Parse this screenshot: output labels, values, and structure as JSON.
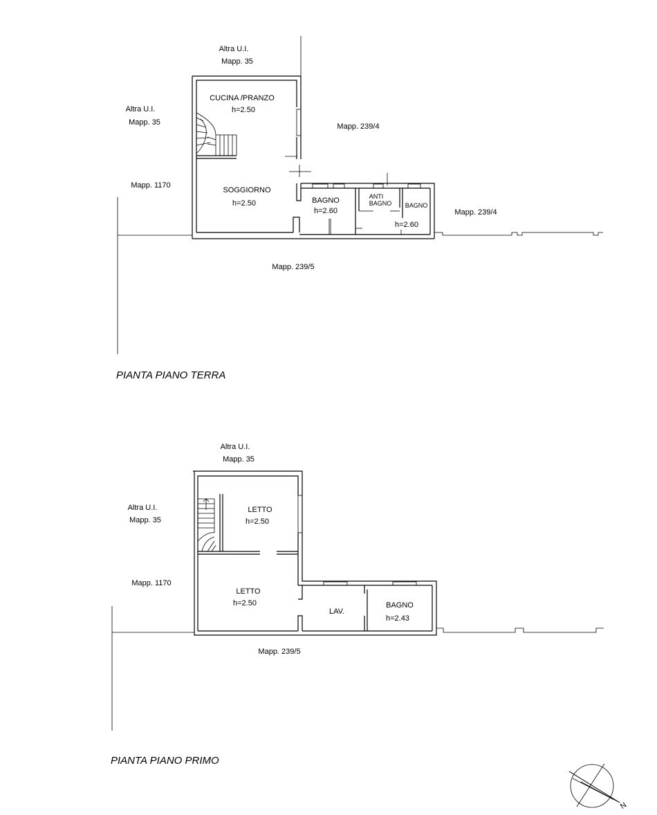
{
  "ground_floor": {
    "title": "PIANTA PIANO TERRA",
    "neighbors": {
      "top_1": "Altra U.I.",
      "top_2": "Mapp. 35",
      "left_1": "Altra U.I.",
      "left_2": "Mapp. 35",
      "west": "Mapp. 1170",
      "north_east": "Mapp. 239/4",
      "east": "Mapp. 239/4",
      "south": "Mapp. 239/5"
    },
    "rooms": {
      "kitchen_name": "CUCINA /PRANZO",
      "kitchen_height": "h=2.50",
      "living_name": "SOGGIORNO",
      "living_height": "h=2.50",
      "bath1_name": "BAGNO",
      "bath1_height": "h=2.60",
      "antibath_line1": "ANTI",
      "antibath_line2": "BAGNO",
      "bath2_name": "BAGNO",
      "bath2_height": "h=2.60"
    }
  },
  "first_floor": {
    "title": "PIANTA PIANO PRIMO",
    "neighbors": {
      "top_1": "Altra U.I.",
      "top_2": "Mapp. 35",
      "left_1": "Altra U.I.",
      "left_2": "Mapp. 35",
      "west": "Mapp. 1170",
      "south": "Mapp. 239/5"
    },
    "rooms": {
      "bed1_name": "LETTO",
      "bed1_height": "h=2.50",
      "bed2_name": "LETTO",
      "bed2_height": "h=2.50",
      "laundry_name": "LAV.",
      "bath_name": "BAGNO",
      "bath_height": "h=2.43"
    }
  },
  "compass": {
    "label": "N"
  }
}
